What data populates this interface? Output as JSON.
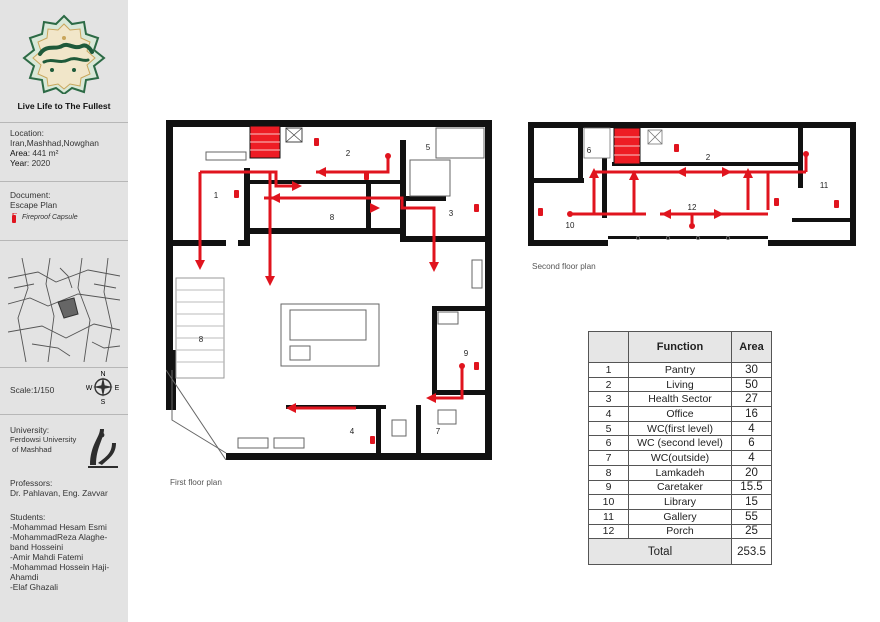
{
  "project": {
    "tagline": "Live Life to The Fullest",
    "location_label": "Location:",
    "location_value": "Iran,Mashhad,Nowghan",
    "area_label": "Area:",
    "area_value": "441 m²",
    "year_label": "Year:",
    "year_value": "2020",
    "document_label": "Document:",
    "document_value": "Escape Plan",
    "legend_fireproof": "Fireproof Capsule",
    "scale": "Scale:1/150",
    "university_label": "University:",
    "university_line1": "Ferdowsi University",
    "university_line2": "of Mashhad",
    "professors_label": "Professors:",
    "professors_value": "Dr. Pahlavan, Eng. Zavvar",
    "students_label": "Students:",
    "students": [
      "-Mohammad Hesam Esmi",
      "-MohammadReza Alaghe-",
      "band Hosseini",
      "-Amir Mahdi Fatemi",
      "-Mohammad Hossein Haji-",
      "Ahamdi",
      "-Elaf Ghazali"
    ],
    "compass": {
      "n": "N",
      "s": "S",
      "e": "E",
      "w": "W"
    }
  },
  "plans": {
    "first_caption": "First floor plan",
    "second_caption": "Second floor plan",
    "first_room_labels": [
      {
        "id": "1",
        "text": "1"
      },
      {
        "id": "2",
        "text": "2"
      },
      {
        "id": "3",
        "text": "3"
      },
      {
        "id": "4",
        "text": "4"
      },
      {
        "id": "5",
        "text": "5"
      },
      {
        "id": "7",
        "text": "7"
      },
      {
        "id": "8a",
        "text": "8"
      },
      {
        "id": "8b",
        "text": "8"
      },
      {
        "id": "9",
        "text": "9"
      }
    ],
    "second_room_labels": [
      {
        "id": "2",
        "text": "2"
      },
      {
        "id": "6",
        "text": "6"
      },
      {
        "id": "10",
        "text": "10"
      },
      {
        "id": "11",
        "text": "11"
      },
      {
        "id": "12",
        "text": "12"
      }
    ]
  },
  "colors": {
    "escape_route": "#e0141e",
    "stair": "#ee1c24",
    "wall": "#111111",
    "sidebar": "#e3e3e3"
  },
  "table": {
    "headers": {
      "num": "",
      "function": "Function",
      "area": "Area"
    },
    "rows": [
      {
        "num": "1",
        "function": "Pantry",
        "area": "30"
      },
      {
        "num": "2",
        "function": "Living",
        "area": "50"
      },
      {
        "num": "3",
        "function": "Health Sector",
        "area": "27"
      },
      {
        "num": "4",
        "function": "Office",
        "area": "16"
      },
      {
        "num": "5",
        "function": "WC(first level)",
        "area": "4"
      },
      {
        "num": "6",
        "function": "WC (second level)",
        "area": "6"
      },
      {
        "num": "7",
        "function": "WC(outside)",
        "area": "4"
      },
      {
        "num": "8",
        "function": "Lamkadeh",
        "area": "20"
      },
      {
        "num": "9",
        "function": "Caretaker",
        "area": "15.5"
      },
      {
        "num": "10",
        "function": "Library",
        "area": "15"
      },
      {
        "num": "11",
        "function": "Gallery",
        "area": "55"
      },
      {
        "num": "12",
        "function": "Porch",
        "area": "25"
      }
    ],
    "total_label": "Total",
    "total_value": "253.5"
  }
}
